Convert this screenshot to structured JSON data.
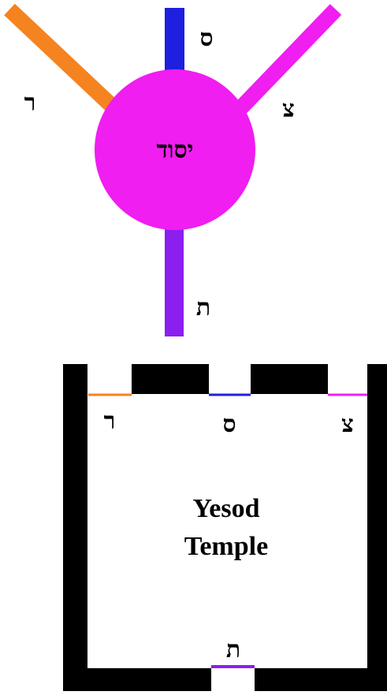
{
  "sephirah_diagram": {
    "center_label": "יסוד",
    "letters": {
      "resh": "ר",
      "samekh": "ס",
      "tsade": "צ",
      "tav": "ת"
    }
  },
  "temple_diagram": {
    "title_line1": "Yesod",
    "title_line2": "Temple",
    "door_labels": {
      "resh": "ר",
      "samekh": "ס",
      "tsade": "צ",
      "tav": "ת"
    }
  },
  "colors": {
    "orange_path": "#f5831f",
    "blue_path": "#1f1fe0",
    "magenta_path": "#f01ef0",
    "violet_path": "#8a1ff0",
    "sphere": "#f01ef0",
    "wall": "#000000"
  }
}
